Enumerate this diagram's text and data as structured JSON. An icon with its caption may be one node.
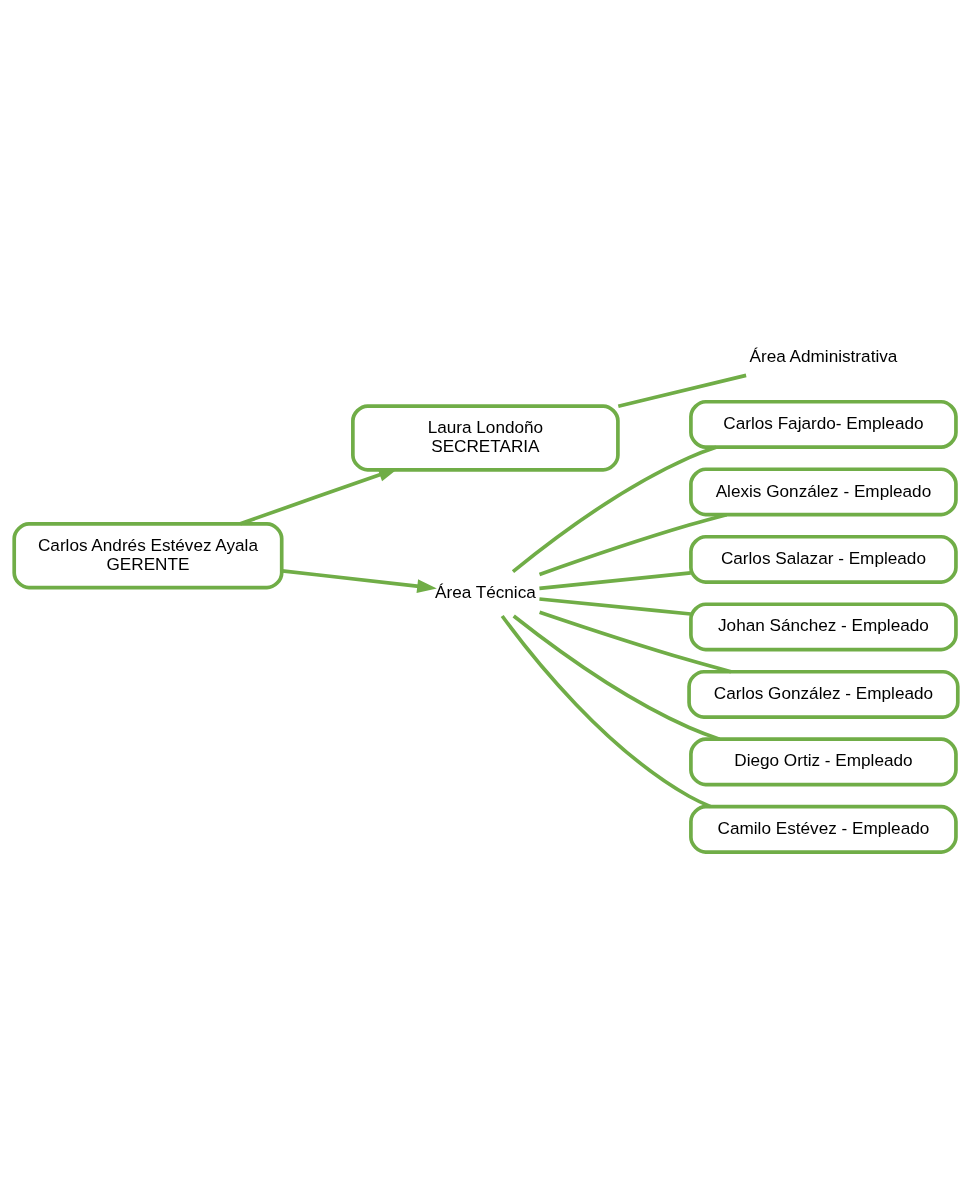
{
  "diagram": {
    "nodes": [
      {
        "text": [
          "Carlos Andrés Estévez Ayala",
          "GERENTE"
        ]
      },
      {
        "text": [
          "Laura Londoño",
          "SECRETARIA"
        ]
      },
      {
        "text": [
          "Área Administrativa"
        ]
      },
      {
        "text": [
          "Área Técnica"
        ]
      },
      {
        "text": [
          "Carlos Fajardo- Empleado"
        ]
      },
      {
        "text": [
          "Alexis González - Empleado"
        ]
      },
      {
        "text": [
          "Carlos Salazar - Empleado"
        ]
      },
      {
        "text": [
          "Johan Sánchez - Empleado"
        ]
      },
      {
        "text": [
          "Carlos González - Empleado"
        ]
      },
      {
        "text": [
          "Diego Ortiz - Empleado"
        ]
      },
      {
        "text": [
          "Camilo Estévez - Empleado"
        ]
      }
    ],
    "edges": [
      {
        "from": 0,
        "to": 1,
        "arrow": "to"
      },
      {
        "from": 1,
        "to": 2,
        "arrow": "none"
      },
      {
        "from": 0,
        "to": 3,
        "arrow": "to"
      },
      {
        "from": 3,
        "to": 4,
        "arrow": "none"
      },
      {
        "from": 3,
        "to": 5,
        "arrow": "none"
      },
      {
        "from": 3,
        "to": 6,
        "arrow": "none"
      },
      {
        "from": 3,
        "to": 7,
        "arrow": "none"
      },
      {
        "from": 3,
        "to": 8,
        "arrow": "none"
      },
      {
        "from": 3,
        "to": 9,
        "arrow": "none"
      },
      {
        "from": 3,
        "to": 10,
        "arrow": "none"
      }
    ]
  }
}
